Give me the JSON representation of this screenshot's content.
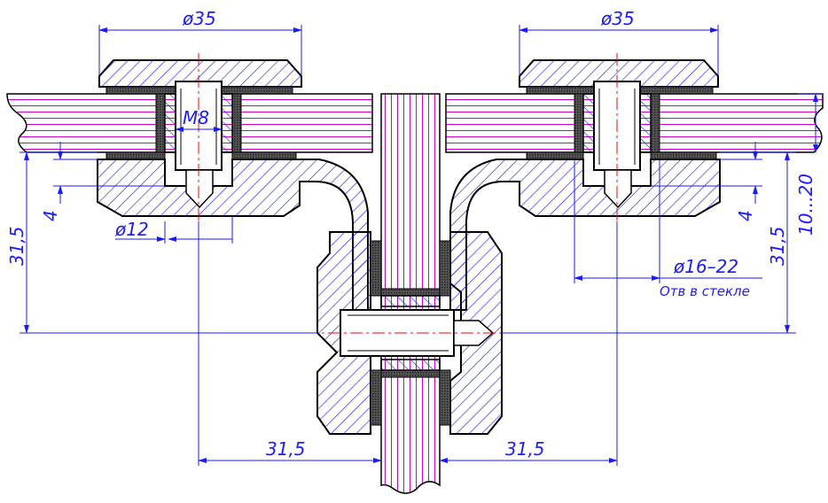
{
  "dimensions": {
    "left_head_diameter": "ø35",
    "right_head_diameter": "ø35",
    "thread": "M8",
    "left_hole_diameter": "ø12",
    "right_hole_diameter": "ø16–22",
    "right_hole_note": "Отв в стекле",
    "left_height": "31,5",
    "right_height": "31,5",
    "left_offset": "4",
    "right_offset": "4",
    "glass_thickness": "10...20",
    "bottom_left_distance": "31,5",
    "bottom_right_distance": "31,5"
  },
  "colors": {
    "outline": "#000000",
    "hatch": "#1f1fff",
    "glass": "#cc00cc",
    "dimension": "#1a1aff",
    "center_line": "#ff0000",
    "gasket": "#333333"
  }
}
